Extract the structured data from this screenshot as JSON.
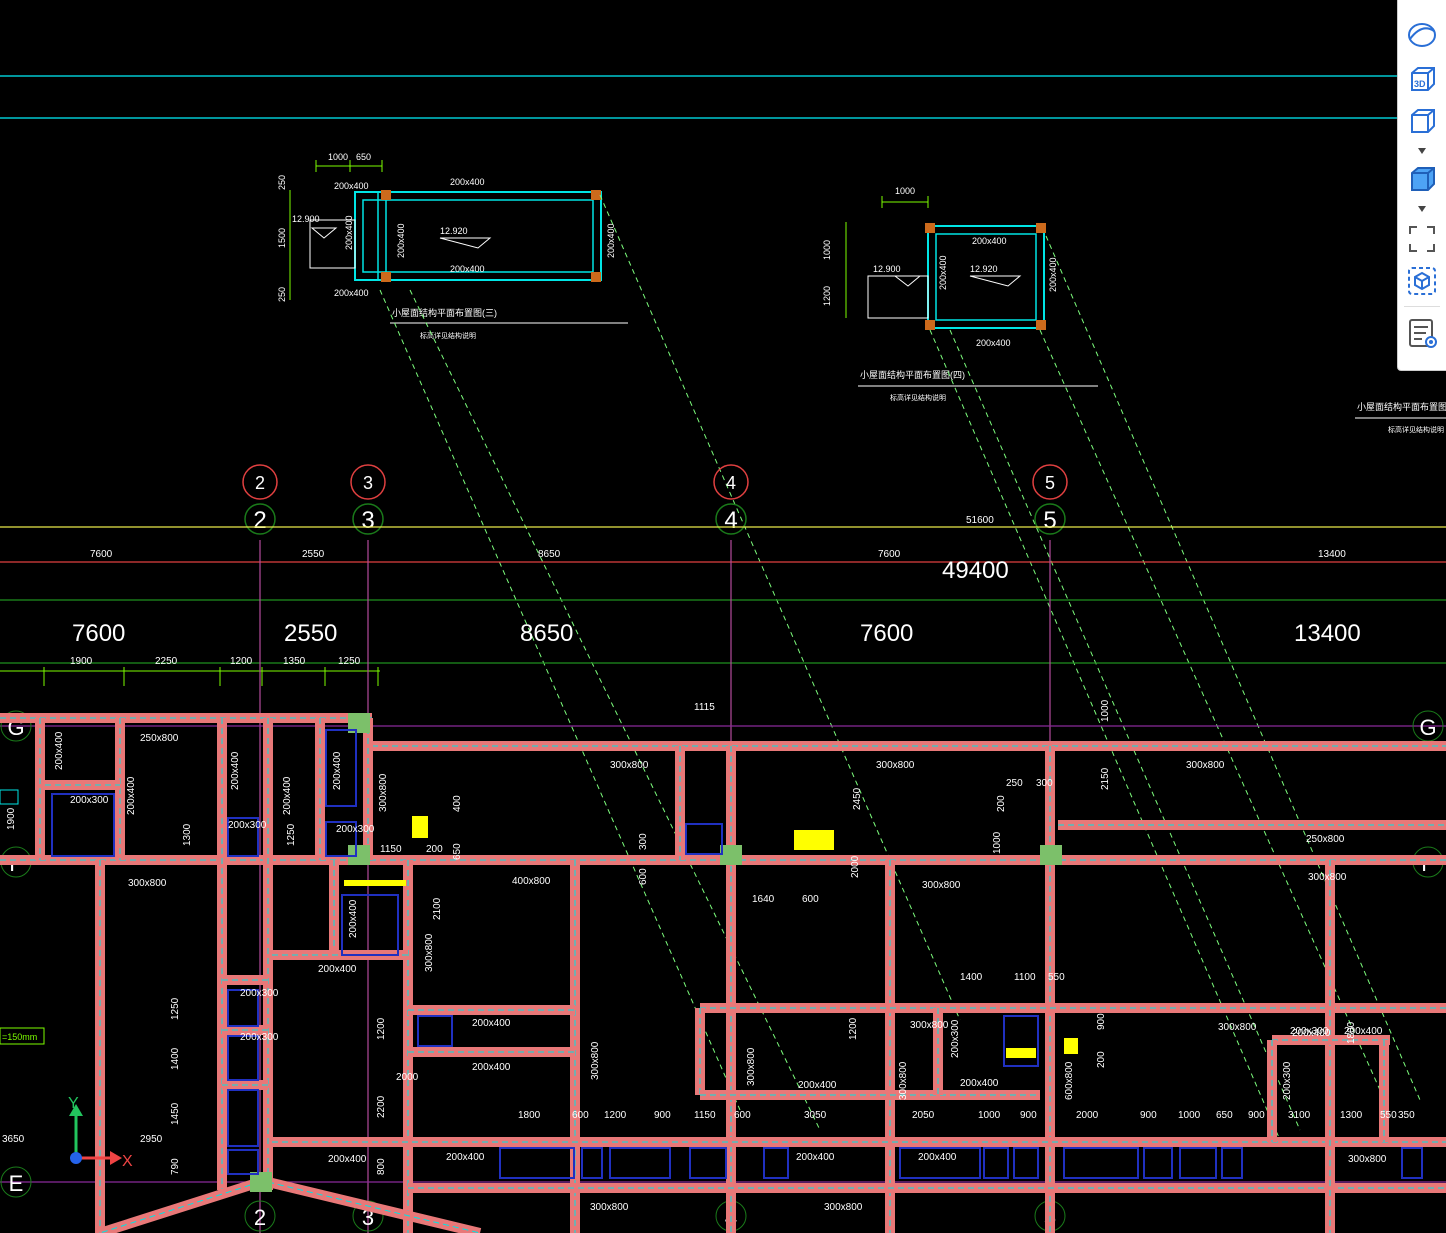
{
  "colors": {
    "background": "#000000",
    "wall": "#e87878",
    "wall_edge": "#00e5e5",
    "axis": "#e04040",
    "dimension": "#7cfc00",
    "grid_line": "#b000b0",
    "text": "#ffffff",
    "accent_blue": "#3b82f6",
    "column_fill": "#7cc06a",
    "yellow": "#ffff00",
    "dashed_link": "#7cfc7c"
  },
  "toolbar": {
    "items": [
      {
        "name": "orbit-icon",
        "label": ""
      },
      {
        "name": "3d-view-icon",
        "label": "3D"
      },
      {
        "name": "view-cube-icon",
        "label": ""
      },
      {
        "name": "shaded-cube-icon",
        "label": ""
      },
      {
        "name": "fullscreen-icon",
        "label": ""
      },
      {
        "name": "component-icon",
        "label": ""
      },
      {
        "name": "property-list-icon",
        "label": ""
      }
    ]
  },
  "axes": {
    "columns": [
      {
        "label": "2"
      },
      {
        "label": "3"
      },
      {
        "label": "4"
      },
      {
        "label": "5"
      }
    ],
    "rows": [
      {
        "label": "G"
      },
      {
        "label": "F"
      },
      {
        "label": "E"
      }
    ]
  },
  "dimensions": {
    "overall_top": "51600",
    "overall_second": "49400",
    "small_row": [
      "7600",
      "2550",
      "8650",
      "7600",
      "13400"
    ],
    "large_row": [
      "7600",
      "2550",
      "8650",
      "7600",
      "13400"
    ],
    "sub_row": [
      "1900",
      "2250",
      "1200",
      "1350",
      "1250"
    ]
  },
  "detail_left": {
    "dims_top": [
      "1000",
      "650"
    ],
    "dims_side": [
      "250",
      "1500",
      "250"
    ],
    "beam_top": "200x400",
    "beam_bottom": "200x400",
    "beam_side_left": "200x400",
    "beam_side_right": "200x400",
    "beam_inner": "200x400",
    "beam_corner_top": "200x400",
    "beam_corner_bottom": "200x400",
    "elev_left": "12.900",
    "elev_center": "12.920",
    "caption": "小屋面结构平面布置图(三)",
    "sub_caption": "标高详见结构说明"
  },
  "detail_right": {
    "dim_top": "1000",
    "dims_side": [
      "1000",
      "1200"
    ],
    "beam_top": "200x400",
    "beam_bottom": "200x400",
    "beam_left": "200x400",
    "beam_right": "200x400",
    "elev_left": "12.900",
    "elev_center": "12.920",
    "caption": "小屋面结构平面布置图(四)",
    "sub_caption": "标高详见结构说明"
  },
  "detail_far": {
    "caption": "小屋面结构平面布置图(五)",
    "sub_caption": "标高详见结构说明"
  },
  "beam_labels": [
    "250x800",
    "200x400",
    "200x300",
    "200x400",
    "200x400",
    "200x400",
    "200x300",
    "200x400",
    "200x300",
    "300x800",
    "300x800",
    "200x400",
    "200x300",
    "300x800",
    "300x800",
    "300x800",
    "250x800",
    "300x800",
    "400x800",
    "300x800",
    "300x800",
    "200x400",
    "200x300",
    "200x400",
    "200x400",
    "200x400",
    "300x800",
    "200x400",
    "300x800",
    "200x300",
    "200x400",
    "200x400",
    "300x800",
    "200x400",
    "600x800",
    "300x800",
    "200x300",
    "200x300",
    "200x400",
    "300x800",
    "200x400",
    "200x400",
    "300x800",
    "300x800",
    "300x800"
  ],
  "misc_dims": [
    "1115",
    "1640",
    "600",
    "1400",
    "1100",
    "550",
    "1800",
    "600",
    "1200",
    "900",
    "1150",
    "600",
    "3050",
    "2050",
    "1000",
    "900",
    "2000",
    "900",
    "1000",
    "650",
    "900",
    "3100",
    "1300",
    "550",
    "350",
    "1250",
    "1400",
    "1450",
    "790",
    "2950",
    "3650",
    "1900",
    "1300",
    "1250",
    "1150",
    "200",
    "650",
    "2100",
    "1200",
    "2200",
    "2000",
    "800",
    "250",
    "300",
    "200",
    "1000",
    "2150",
    "1000",
    "1200",
    "900",
    "200",
    "1800",
    "400",
    "2450",
    "300",
    "600",
    "2000"
  ],
  "left_tag": "=150mm",
  "ucs": {
    "x_label": "X",
    "y_label": "Y"
  }
}
